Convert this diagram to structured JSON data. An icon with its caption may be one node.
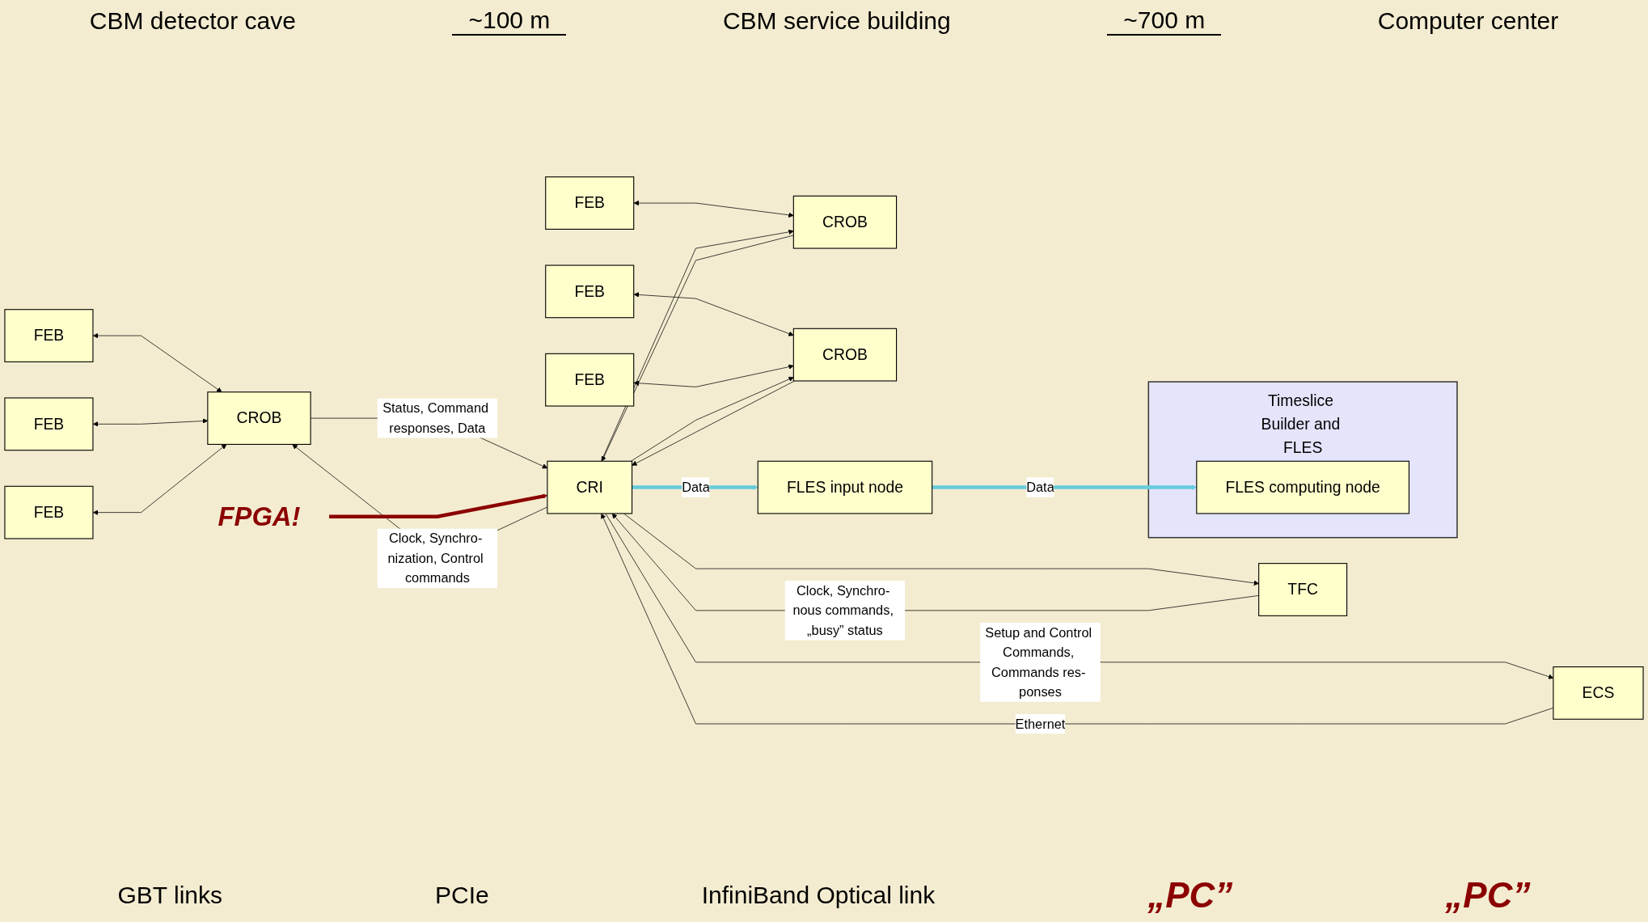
{
  "diagram": {
    "nodes": [
      {
        "text": [
          "FEB"
        ]
      },
      {
        "text": [
          "FEB"
        ]
      },
      {
        "text": [
          "FEB"
        ]
      },
      {
        "text": [
          "CROB"
        ]
      },
      {
        "text": [
          "FEB"
        ]
      },
      {
        "text": [
          "CROB"
        ]
      },
      {
        "text": [
          "FEB"
        ]
      },
      {
        "text": [
          "FEB"
        ]
      },
      {
        "text": [
          "CROB"
        ]
      },
      {
        "text": [
          "FPGA!"
        ]
      },
      {
        "text": [
          "CRI"
        ]
      },
      {
        "text": [
          "FLES input node"
        ]
      },
      {
        "text": [
          "TFC"
        ]
      },
      {
        "text": [
          "ECS"
        ]
      },
      {
        "text": [
          "Timeslice Builder and FLES"
        ]
      },
      {
        "text": [
          "FLES computing node"
        ],
        "in": 14
      }
    ],
    "edges": [
      {
        "from": 0,
        "to": 3,
        "arrow": "both"
      },
      {
        "from": 1,
        "to": 3,
        "arrow": "both"
      },
      {
        "from": 2,
        "to": 3,
        "arrow": "both"
      },
      {
        "from": 10,
        "to": 3,
        "arrow": "to",
        "label": "Clock, Synchro- nization, Control commands"
      },
      {
        "from": 3,
        "to": 10,
        "arrow": "to",
        "label": "Status, Command responses, Data"
      },
      {
        "from": 4,
        "to": 5,
        "arrow": "both"
      },
      {
        "from": 10,
        "to": 5,
        "arrow": "to"
      },
      {
        "from": 5,
        "to": 10,
        "arrow": "to"
      },
      {
        "from": 6,
        "to": 8,
        "arrow": "both"
      },
      {
        "from": 7,
        "to": 8,
        "arrow": "both"
      },
      {
        "from": 10,
        "to": 8,
        "arrow": "to"
      },
      {
        "from": 8,
        "to": 10,
        "arrow": "to"
      },
      {
        "from": 9,
        "to": 10,
        "arrow": "to",
        "style": "thick",
        "color": "#8b0000"
      },
      {
        "from": 10,
        "to": 11,
        "arrow": "to",
        "label": "Data",
        "style": "thick",
        "color": "#66ccdd"
      },
      {
        "from": 12,
        "to": 10,
        "arrow": "to",
        "label": "Clock, Synchro- nous commands, „busy” status"
      },
      {
        "from": 10,
        "to": 12,
        "arrow": "to"
      },
      {
        "from": 10,
        "to": 13,
        "arrow": "to",
        "label": "Setup and Control Commands, Commands res- ponses"
      },
      {
        "from": 13,
        "to": 10,
        "arrow": "to",
        "label": "Ethernet"
      },
      {
        "from": 11,
        "to": 15,
        "arrow": "to",
        "label": "Data",
        "style": "thick",
        "color": "#66ccdd"
      }
    ],
    "labels": [
      "CBM detector cave",
      "~100 m",
      "CBM service building",
      "~700 m",
      "Computer center",
      "GBT links",
      "PCIe",
      "InfiniBand Optical link",
      "„PC”",
      "„PC”"
    ]
  }
}
